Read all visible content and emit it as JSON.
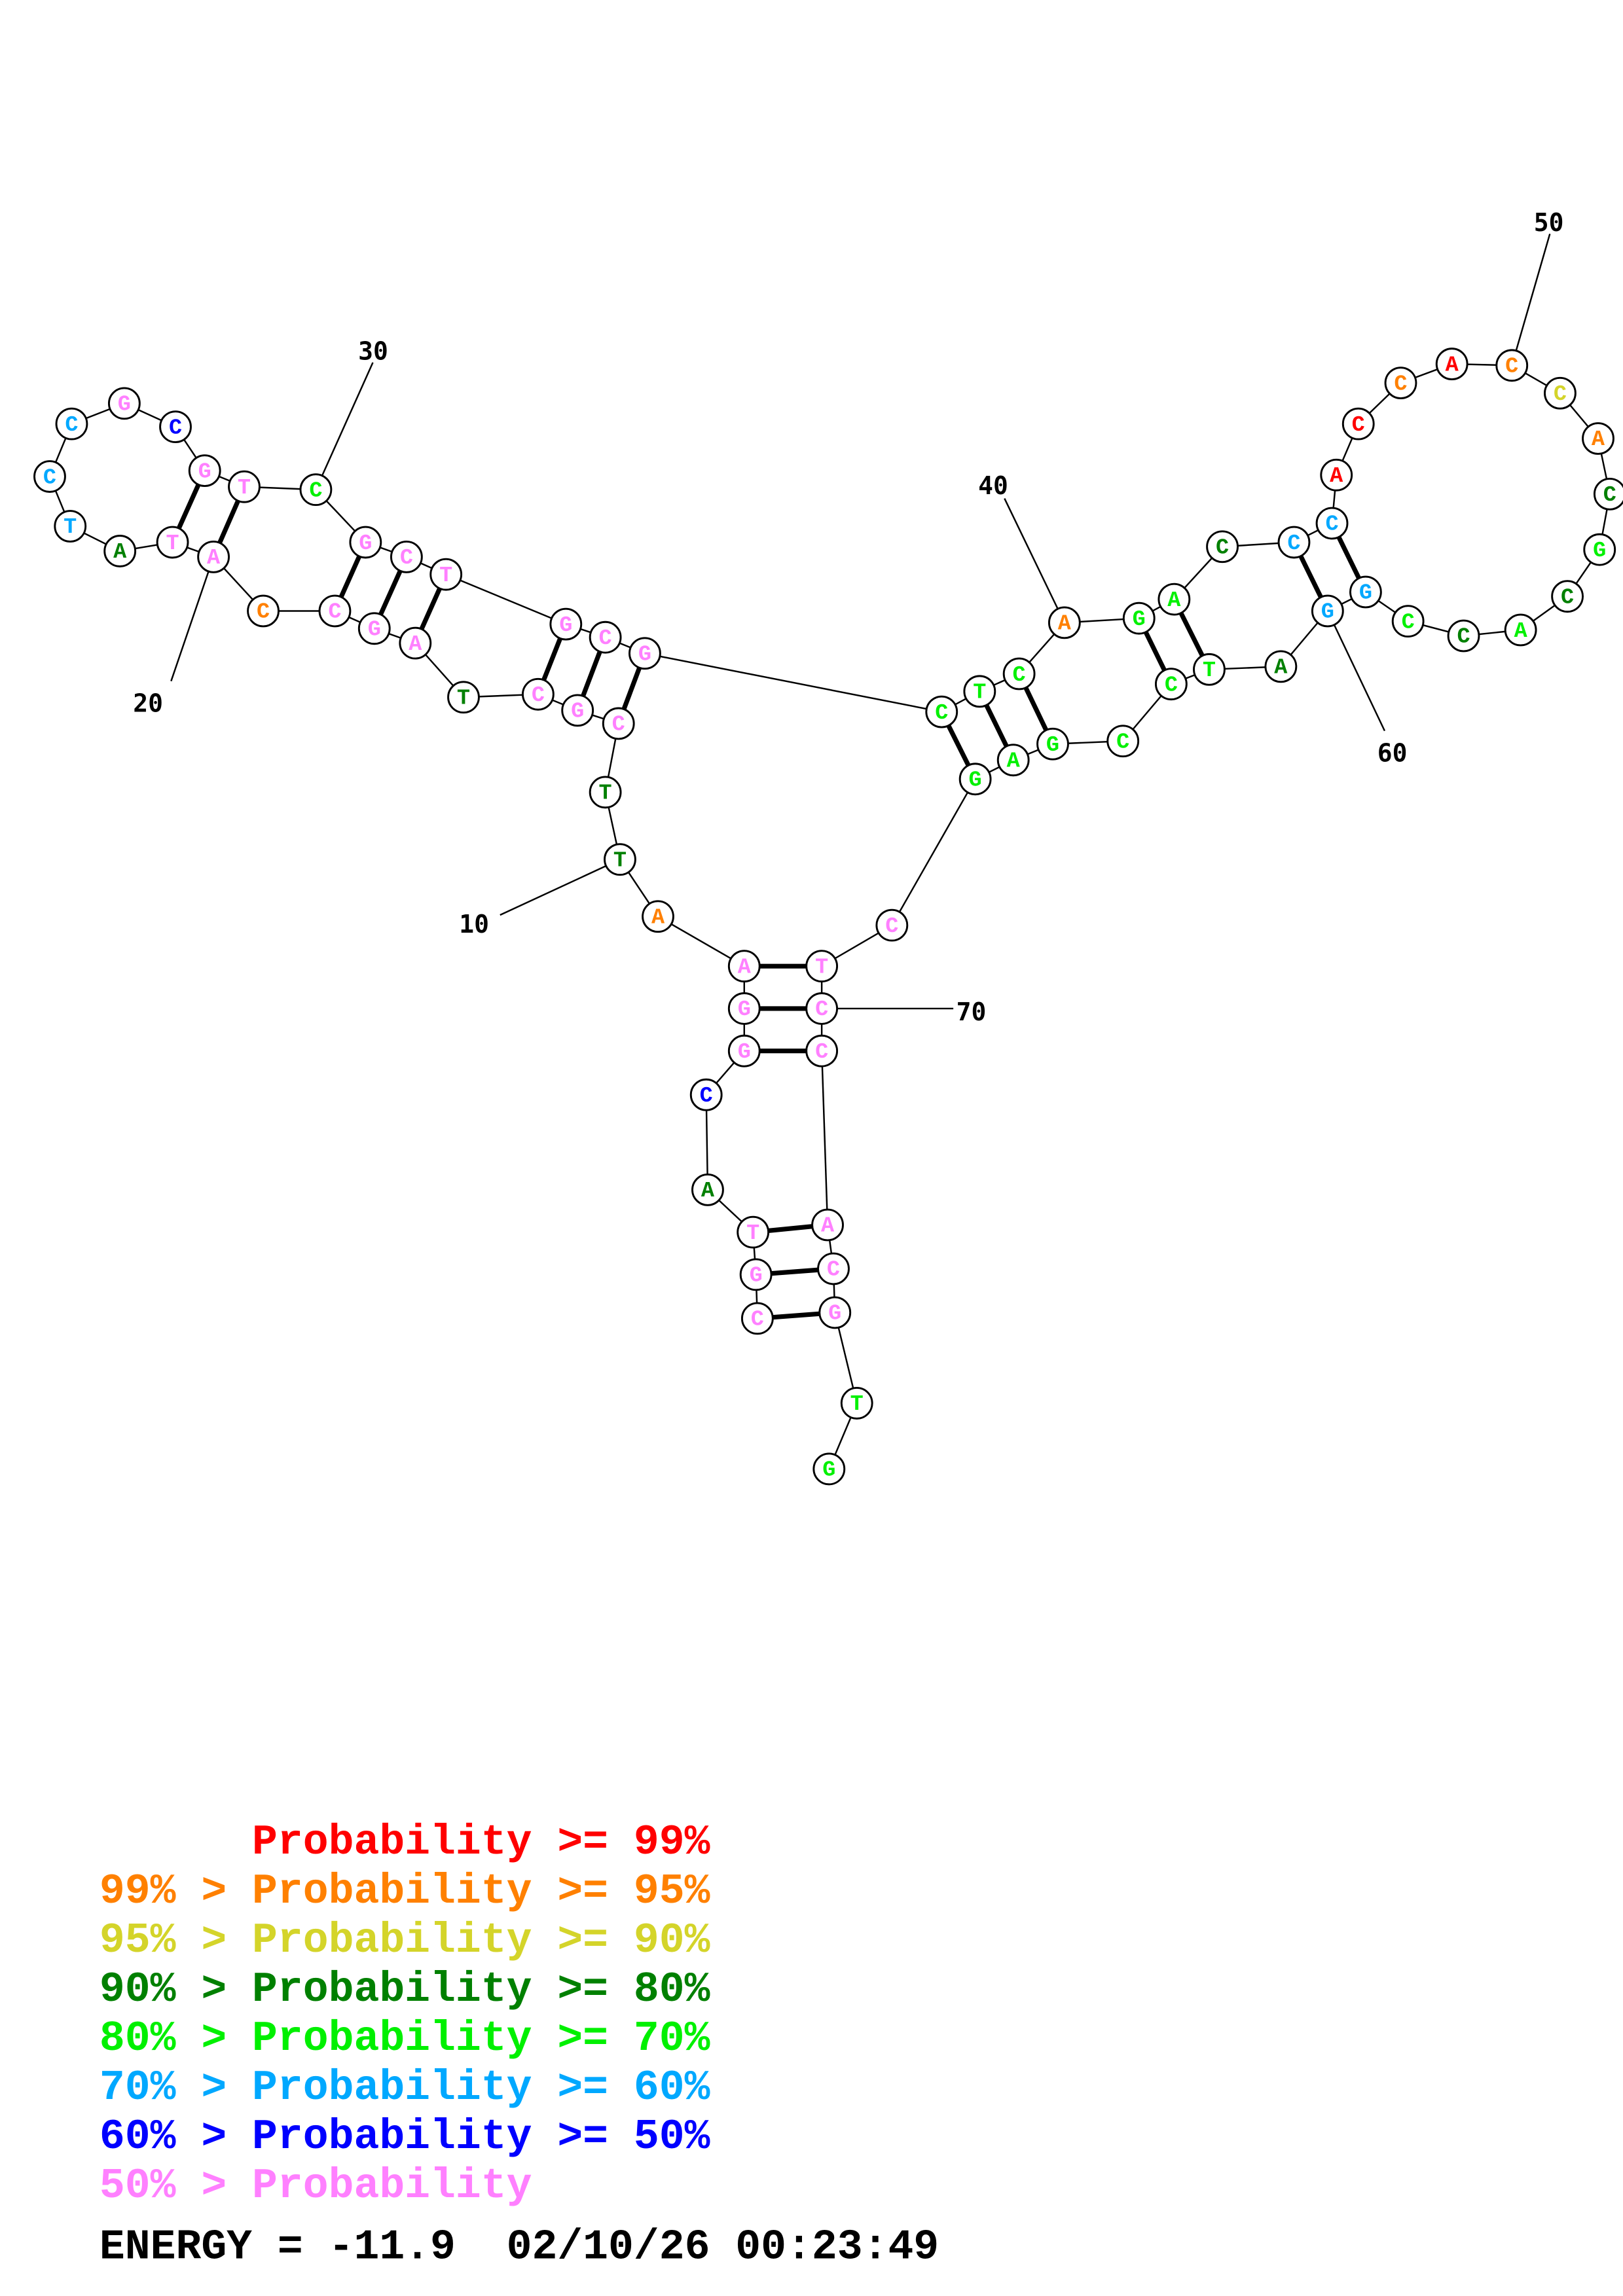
{
  "colors": {
    "p99": "#ff0000",
    "p95": "#ff8000",
    "p90": "#d4d42a",
    "p80": "#008000",
    "p70": "#00f000",
    "p60": "#00a8ff",
    "p50": "#0000ff",
    "lt50": "#ff80ff"
  },
  "nucleotides": [
    {
      "base": "C",
      "prob": "lt50"
    },
    {
      "base": "G",
      "prob": "lt50"
    },
    {
      "base": "T",
      "prob": "lt50"
    },
    {
      "base": "A",
      "prob": "p80"
    },
    {
      "base": "C",
      "prob": "p50"
    },
    {
      "base": "G",
      "prob": "lt50"
    },
    {
      "base": "G",
      "prob": "lt50"
    },
    {
      "base": "A",
      "prob": "lt50"
    },
    {
      "base": "A",
      "prob": "p95"
    },
    {
      "base": "T",
      "prob": "p80"
    },
    {
      "base": "T",
      "prob": "p80"
    },
    {
      "base": "C",
      "prob": "lt50"
    },
    {
      "base": "G",
      "prob": "lt50"
    },
    {
      "base": "C",
      "prob": "lt50"
    },
    {
      "base": "T",
      "prob": "p80"
    },
    {
      "base": "A",
      "prob": "lt50"
    },
    {
      "base": "G",
      "prob": "lt50"
    },
    {
      "base": "C",
      "prob": "lt50"
    },
    {
      "base": "C",
      "prob": "p95"
    },
    {
      "base": "A",
      "prob": "lt50"
    },
    {
      "base": "T",
      "prob": "lt50"
    },
    {
      "base": "A",
      "prob": "p80"
    },
    {
      "base": "T",
      "prob": "p60"
    },
    {
      "base": "C",
      "prob": "p60"
    },
    {
      "base": "C",
      "prob": "p60"
    },
    {
      "base": "G",
      "prob": "lt50"
    },
    {
      "base": "C",
      "prob": "p50"
    },
    {
      "base": "G",
      "prob": "lt50"
    },
    {
      "base": "T",
      "prob": "lt50"
    },
    {
      "base": "C",
      "prob": "p70"
    },
    {
      "base": "G",
      "prob": "lt50"
    },
    {
      "base": "C",
      "prob": "lt50"
    },
    {
      "base": "T",
      "prob": "lt50"
    },
    {
      "base": "G",
      "prob": "lt50"
    },
    {
      "base": "C",
      "prob": "lt50"
    },
    {
      "base": "G",
      "prob": "lt50"
    },
    {
      "base": "C",
      "prob": "p70"
    },
    {
      "base": "T",
      "prob": "p70"
    },
    {
      "base": "C",
      "prob": "p70"
    },
    {
      "base": "A",
      "prob": "p95"
    },
    {
      "base": "G",
      "prob": "p70"
    },
    {
      "base": "A",
      "prob": "p70"
    },
    {
      "base": "C",
      "prob": "p80"
    },
    {
      "base": "C",
      "prob": "p60"
    },
    {
      "base": "C",
      "prob": "p60"
    },
    {
      "base": "A",
      "prob": "p99"
    },
    {
      "base": "C",
      "prob": "p99"
    },
    {
      "base": "C",
      "prob": "p95"
    },
    {
      "base": "A",
      "prob": "p99"
    },
    {
      "base": "C",
      "prob": "p95"
    },
    {
      "base": "C",
      "prob": "p90"
    },
    {
      "base": "A",
      "prob": "p95"
    },
    {
      "base": "C",
      "prob": "p80"
    },
    {
      "base": "G",
      "prob": "p70"
    },
    {
      "base": "C",
      "prob": "p80"
    },
    {
      "base": "A",
      "prob": "p70"
    },
    {
      "base": "C",
      "prob": "p80"
    },
    {
      "base": "C",
      "prob": "p70"
    },
    {
      "base": "G",
      "prob": "p60"
    },
    {
      "base": "G",
      "prob": "p60"
    },
    {
      "base": "A",
      "prob": "p80"
    },
    {
      "base": "T",
      "prob": "p70"
    },
    {
      "base": "C",
      "prob": "p70"
    },
    {
      "base": "C",
      "prob": "p70"
    },
    {
      "base": "G",
      "prob": "p70"
    },
    {
      "base": "A",
      "prob": "p70"
    },
    {
      "base": "G",
      "prob": "p70"
    },
    {
      "base": "C",
      "prob": "lt50"
    },
    {
      "base": "T",
      "prob": "lt50"
    },
    {
      "base": "C",
      "prob": "lt50"
    },
    {
      "base": "C",
      "prob": "lt50"
    },
    {
      "base": "A",
      "prob": "lt50"
    },
    {
      "base": "C",
      "prob": "lt50"
    },
    {
      "base": "G",
      "prob": "lt50"
    },
    {
      "base": "T",
      "prob": "p70"
    },
    {
      "base": "G",
      "prob": "p70"
    }
  ],
  "pairs": [
    [
      1,
      74
    ],
    [
      2,
      73
    ],
    [
      3,
      72
    ],
    [
      6,
      71
    ],
    [
      7,
      70
    ],
    [
      8,
      69
    ],
    [
      12,
      36
    ],
    [
      13,
      35
    ],
    [
      14,
      34
    ],
    [
      16,
      33
    ],
    [
      17,
      32
    ],
    [
      18,
      31
    ],
    [
      20,
      29
    ],
    [
      21,
      28
    ],
    [
      37,
      67
    ],
    [
      38,
      66
    ],
    [
      39,
      65
    ],
    [
      41,
      63
    ],
    [
      42,
      62
    ],
    [
      44,
      60
    ],
    [
      45,
      59
    ]
  ],
  "position_labels": [
    "10",
    "20",
    "30",
    "40",
    "50",
    "60",
    "70"
  ],
  "legend": [
    {
      "text": "      Probability >= 99%",
      "prob": "p99"
    },
    {
      "text": "99% > Probability >= 95%",
      "prob": "p95"
    },
    {
      "text": "95% > Probability >= 90%",
      "prob": "p90"
    },
    {
      "text": "90% > Probability >= 80%",
      "prob": "p80"
    },
    {
      "text": "80% > Probability >= 70%",
      "prob": "p70"
    },
    {
      "text": "70% > Probability >= 60%",
      "prob": "p60"
    },
    {
      "text": "60% > Probability >= 50%",
      "prob": "p50"
    },
    {
      "text": "50% > Probability",
      "prob": "lt50"
    }
  ],
  "footer": "ENERGY = -11.9  02/10/26 00:23:49"
}
